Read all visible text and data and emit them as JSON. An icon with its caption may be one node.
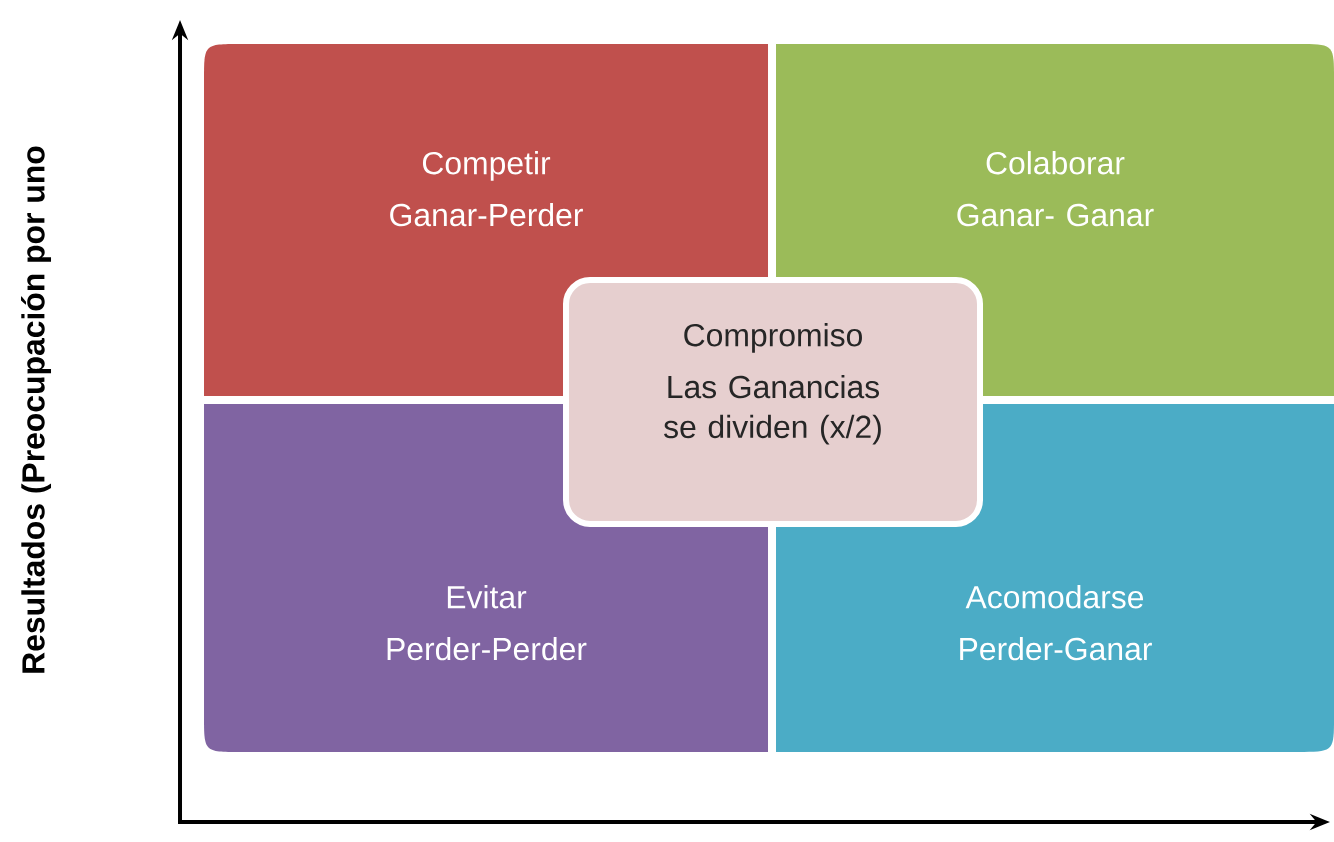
{
  "diagram": {
    "nodes": [
      {
        "text": [
          "Competir",
          "Ganar-Perder"
        ]
      },
      {
        "text": [
          "Colaborar",
          "Ganar- Ganar"
        ]
      },
      {
        "text": [
          "Evitar",
          "Perder-Perder"
        ]
      },
      {
        "text": [
          "Acomodarse",
          "Perder-Ganar"
        ]
      },
      {
        "text": [
          "Compromiso",
          "Las Ganancias se dividen (x/2)"
        ]
      }
    ],
    "labels": [
      "Resultados (Preocupación por uno"
    ]
  }
}
